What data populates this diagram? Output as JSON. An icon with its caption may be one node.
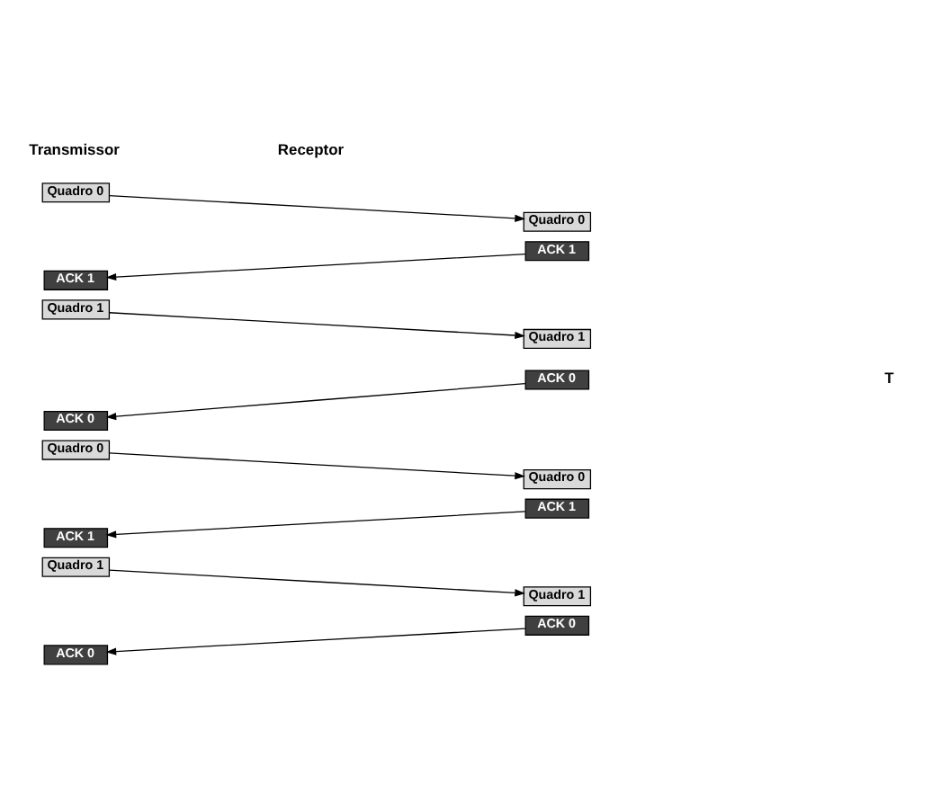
{
  "diagram": {
    "nodes": [
      {
        "text": [
          "Quadro 0"
        ]
      },
      {
        "text": [
          "Quadro 0"
        ]
      },
      {
        "text": [
          "ACK 1"
        ]
      },
      {
        "text": [
          "ACK 1"
        ]
      },
      {
        "text": [
          "Quadro 1"
        ]
      },
      {
        "text": [
          "Quadro 1"
        ]
      },
      {
        "text": [
          "ACK 0"
        ]
      },
      {
        "text": [
          "ACK 0"
        ]
      },
      {
        "text": [
          "Quadro 0"
        ]
      },
      {
        "text": [
          "Quadro 0"
        ]
      },
      {
        "text": [
          "ACK 1"
        ]
      },
      {
        "text": [
          "ACK 1"
        ]
      },
      {
        "text": [
          "Quadro 1"
        ]
      },
      {
        "text": [
          "Quadro 1"
        ]
      },
      {
        "text": [
          "ACK 0"
        ]
      },
      {
        "text": [
          "ACK 0"
        ]
      }
    ],
    "edges": [
      {
        "from": 0,
        "to": 1,
        "arrow": "to"
      },
      {
        "from": 2,
        "to": 3,
        "arrow": "to"
      },
      {
        "from": 4,
        "to": 5,
        "arrow": "to"
      },
      {
        "from": 6,
        "to": 7,
        "arrow": "to"
      },
      {
        "from": 8,
        "to": 9,
        "arrow": "to"
      },
      {
        "from": 10,
        "to": 11,
        "arrow": "to"
      },
      {
        "from": 12,
        "to": 13,
        "arrow": "to"
      },
      {
        "from": 14,
        "to": 15,
        "arrow": "to"
      }
    ],
    "labels": [
      "Transmissor",
      "Receptor",
      "T"
    ]
  }
}
